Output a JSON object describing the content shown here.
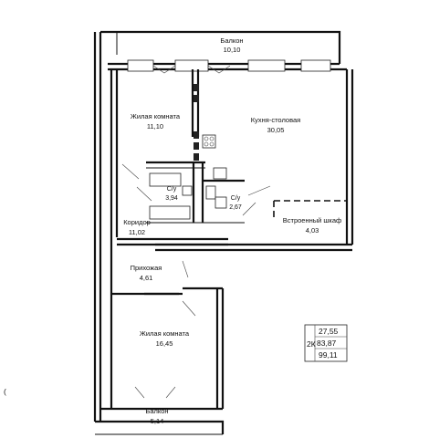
{
  "rooms": {
    "balcony_top": {
      "name": "Балкон",
      "area": "10,10"
    },
    "living_room_1": {
      "name": "Жилая комната",
      "area": "11,10"
    },
    "kitchen_dining": {
      "name": "Кухня-столовая",
      "area": "30,05"
    },
    "bathroom_1": {
      "name": "С/у",
      "area": "3,94"
    },
    "bathroom_2": {
      "name": "С/у",
      "area": "2,67"
    },
    "corridor": {
      "name": "Коридор",
      "area": "11,02"
    },
    "wardrobe": {
      "name": "Встроенный шкаф",
      "area": "4,03"
    },
    "hallway": {
      "name": "Прихожая",
      "area": "4,61"
    },
    "living_room_2": {
      "name": "Жилая комната",
      "area": "16,45"
    },
    "balcony_bottom": {
      "name": "Балкон",
      "area": "5,14"
    }
  },
  "summary": {
    "type": "2К",
    "living_area": "27,55",
    "total_area": "83,87",
    "total_with_balconies": "99,11"
  },
  "margin_mark": "("
}
